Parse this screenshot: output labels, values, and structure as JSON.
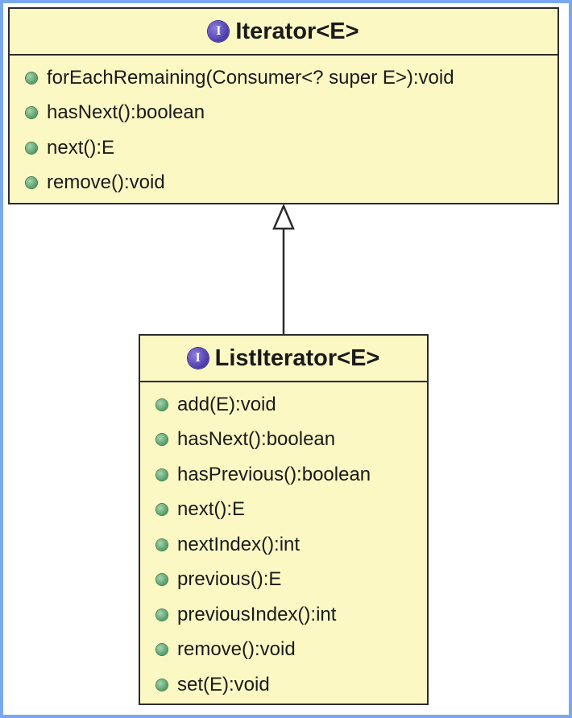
{
  "iterator": {
    "icon": "interface-icon",
    "icon_glyph": "I",
    "title": "Iterator<E>",
    "methods": [
      "forEachRemaining(Consumer<? super E>):void",
      "hasNext():boolean",
      "next():E",
      "remove():void"
    ]
  },
  "list_iterator": {
    "icon": "interface-icon",
    "icon_glyph": "I",
    "title": "ListIterator<E>",
    "methods": [
      "add(E):void",
      "hasNext():boolean",
      "hasPrevious():boolean",
      "next():E",
      "nextIndex():int",
      "previous():E",
      "previousIndex():int",
      "remove():void",
      "set(E):void"
    ]
  },
  "relationship": {
    "type": "generalization",
    "from": "ListIterator<E>",
    "to": "Iterator<E>"
  },
  "colors": {
    "box_fill": "#fbf8c4",
    "border": "#2b2b2b",
    "frame": "#7aa8f0",
    "method_dot": "#4f9a63",
    "interface_icon": "#4b3aa8"
  }
}
